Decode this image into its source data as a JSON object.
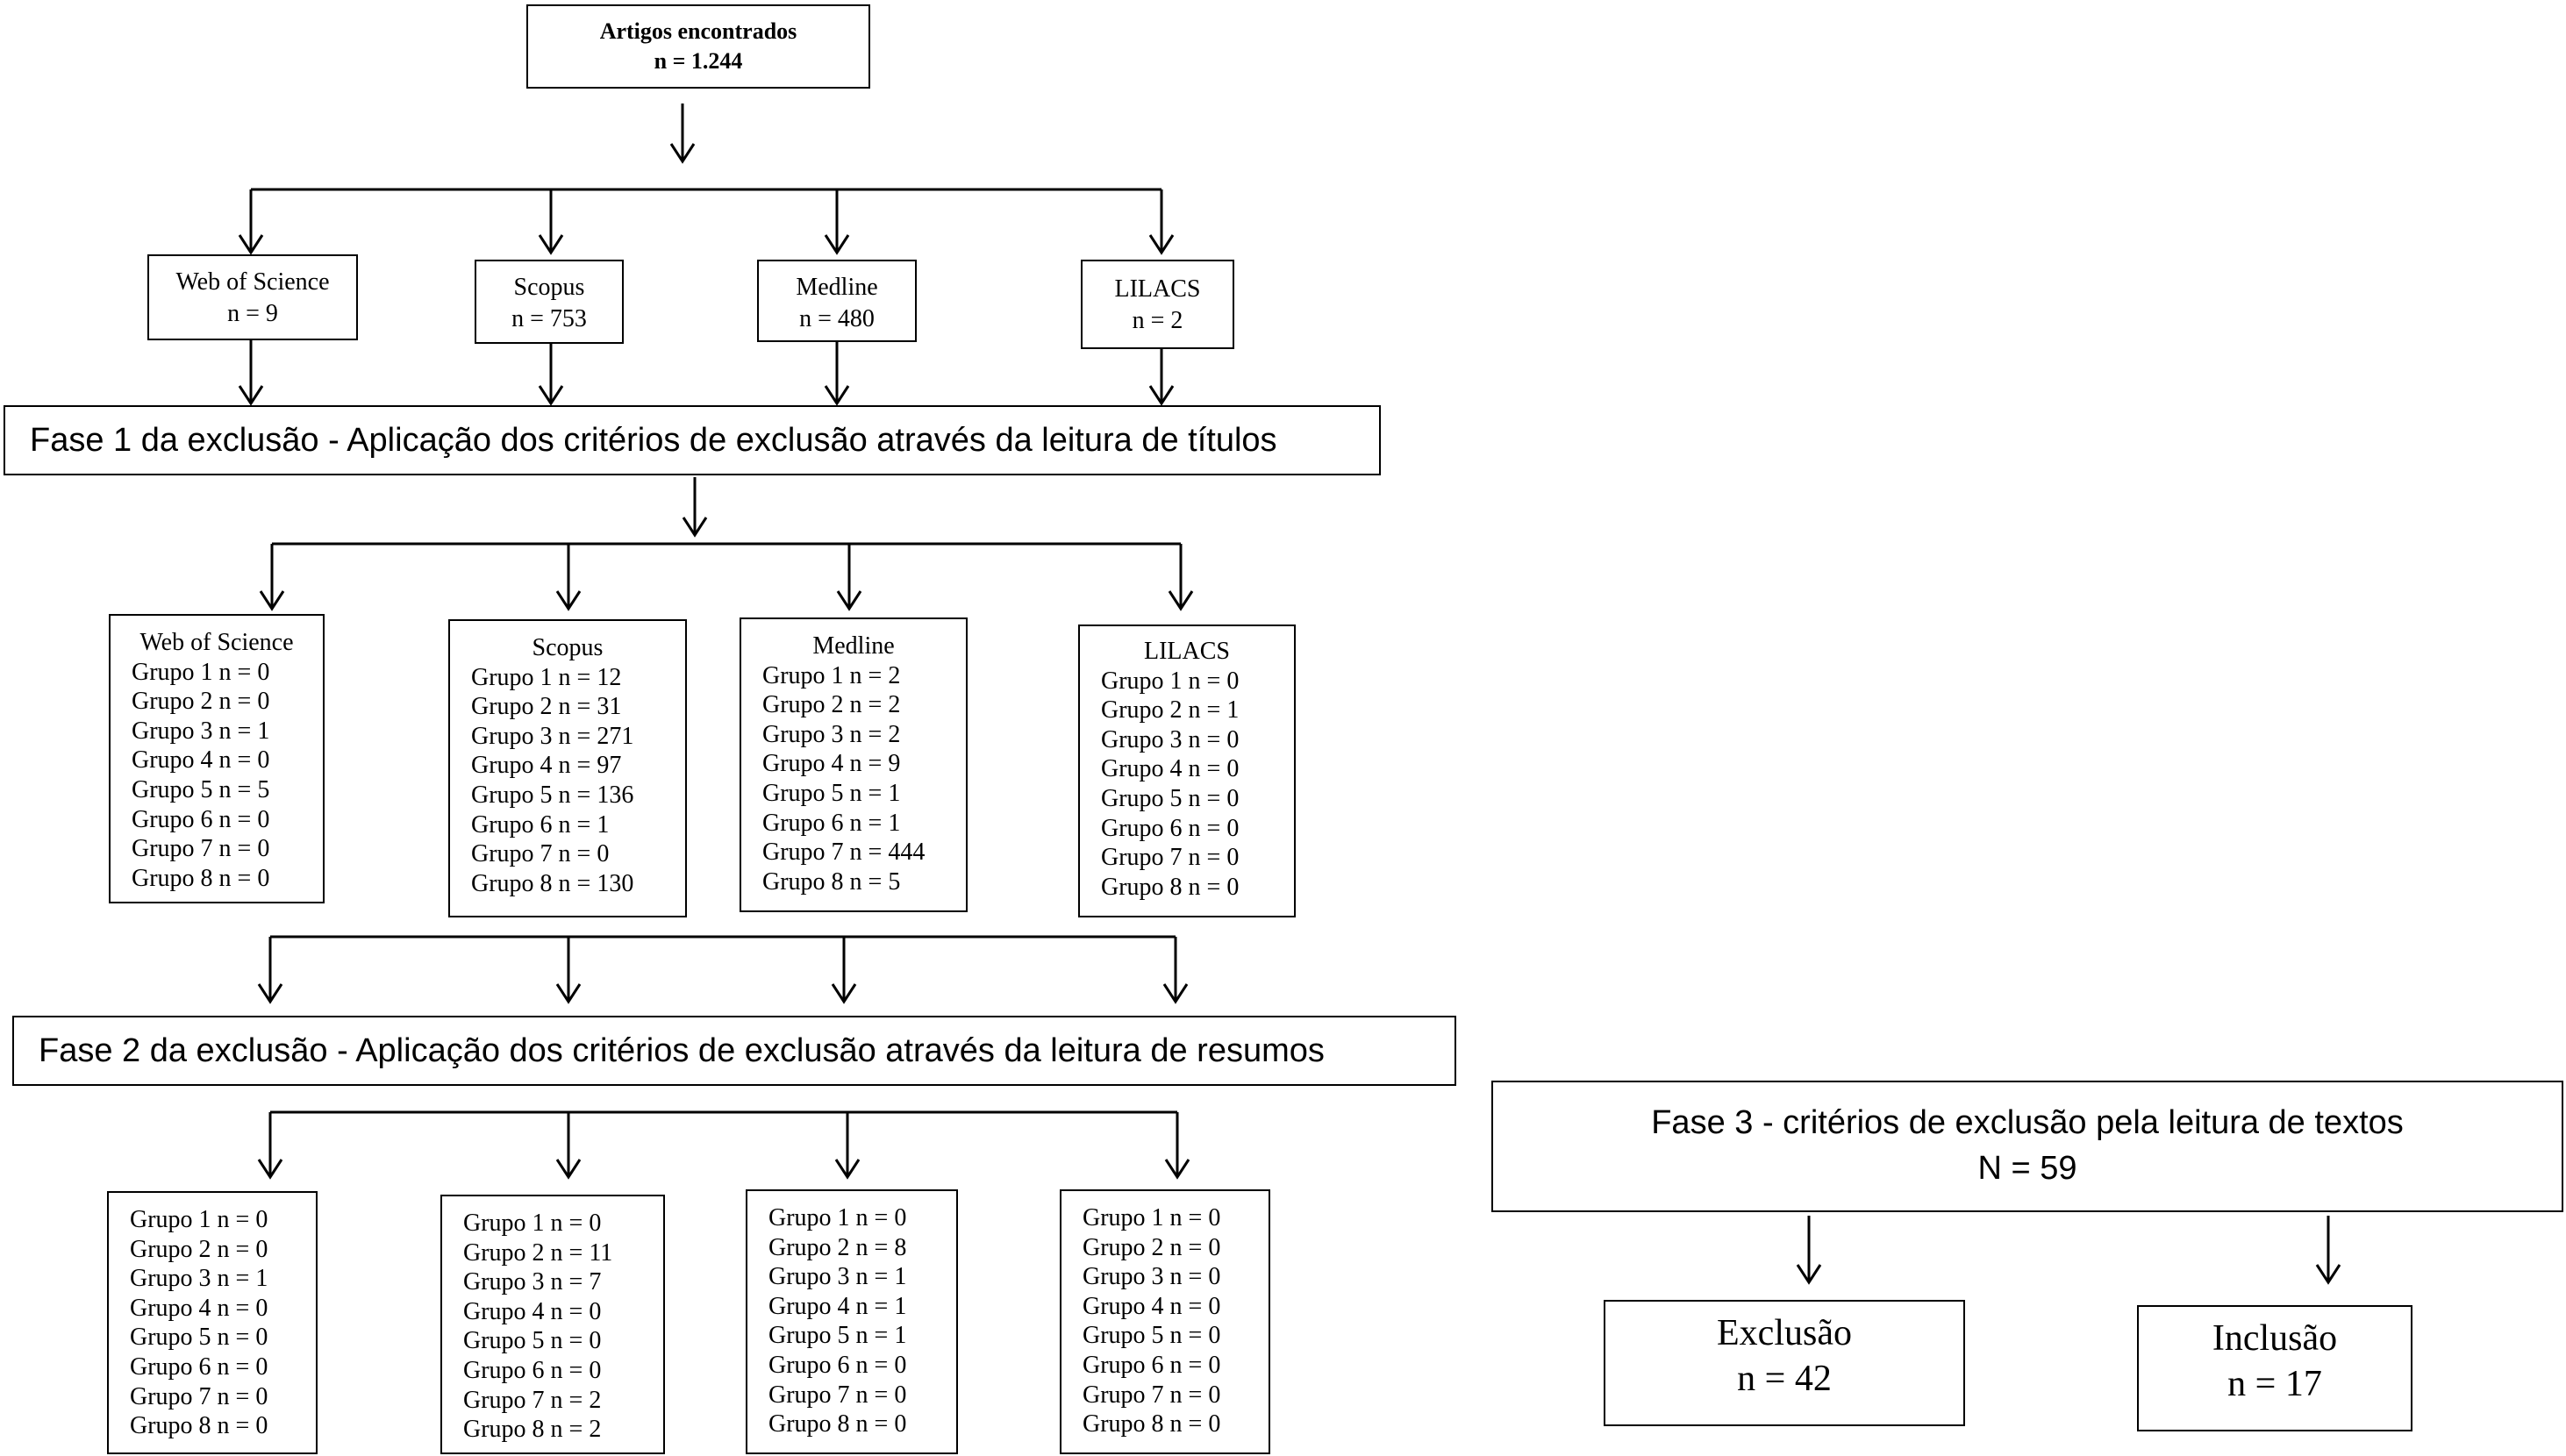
{
  "top": {
    "title": "Artigos encontrados",
    "count": "n = 1.244"
  },
  "sources": [
    {
      "name": "Web of Science",
      "count": "n = 9"
    },
    {
      "name": "Scopus",
      "count": "n = 753"
    },
    {
      "name": "Medline",
      "count": "n = 480"
    },
    {
      "name": "LILACS",
      "count": "n = 2"
    }
  ],
  "phase1": "Fase 1 da exclusão - Aplicação dos critérios de exclusão através da leitura de títulos",
  "phase1_groups": [
    {
      "name": "Web of Science",
      "groups": [
        "Grupo 1 n = 0",
        "Grupo 2 n = 0",
        "Grupo 3 n = 1",
        "Grupo 4 n = 0",
        "Grupo 5 n = 5",
        "Grupo 6 n = 0",
        "Grupo 7 n = 0",
        "Grupo 8 n = 0"
      ]
    },
    {
      "name": "Scopus",
      "groups": [
        "Grupo 1 n = 12",
        "Grupo 2 n = 31",
        "Grupo 3 n = 271",
        "Grupo 4 n = 97",
        "Grupo 5 n = 136",
        "Grupo 6 n = 1",
        "Grupo 7 n = 0",
        "Grupo 8 n = 130"
      ]
    },
    {
      "name": "Medline",
      "groups": [
        "Grupo 1 n = 2",
        "Grupo 2 n = 2",
        "Grupo 3 n = 2",
        "Grupo 4 n = 9",
        "Grupo 5 n = 1",
        "Grupo 6 n = 1",
        "Grupo 7 n = 444",
        "Grupo 8 n = 5"
      ]
    },
    {
      "name": "LILACS",
      "groups": [
        "Grupo 1 n = 0",
        "Grupo 2 n = 1",
        "Grupo 3 n = 0",
        "Grupo 4 n = 0",
        "Grupo 5 n = 0",
        "Grupo 6 n = 0",
        "Grupo 7 n = 0",
        "Grupo 8 n = 0"
      ]
    }
  ],
  "phase2": "Fase 2 da exclusão - Aplicação dos critérios de exclusão através da leitura de resumos",
  "phase2_groups": [
    {
      "groups": [
        "Grupo 1 n = 0",
        "Grupo 2 n = 0",
        "Grupo 3 n = 1",
        "Grupo 4 n = 0",
        "Grupo 5 n = 0",
        "Grupo 6 n = 0",
        "Grupo 7 n = 0",
        "Grupo 8 n = 0"
      ]
    },
    {
      "groups": [
        "Grupo 1 n = 0",
        "Grupo 2 n = 11",
        "Grupo 3 n = 7",
        "Grupo 4 n = 0",
        "Grupo 5 n = 0",
        "Grupo 6 n = 0",
        "Grupo 7 n = 2",
        "Grupo 8 n = 2"
      ]
    },
    {
      "groups": [
        "Grupo 1 n = 0",
        "Grupo 2 n = 8",
        "Grupo 3 n = 1",
        "Grupo 4 n = 1",
        "Grupo 5 n = 1",
        "Grupo 6 n = 0",
        "Grupo 7 n = 0",
        "Grupo 8 n = 0"
      ]
    },
    {
      "groups": [
        "Grupo 1 n = 0",
        "Grupo 2 n = 0",
        "Grupo 3 n = 0",
        "Grupo 4 n = 0",
        "Grupo 5 n = 0",
        "Grupo 6 n = 0",
        "Grupo 7 n = 0",
        "Grupo 8 n = 0"
      ]
    }
  ],
  "phase3": {
    "title": "Fase 3 - critérios de exclusão pela leitura de textos",
    "count": "N = 59"
  },
  "exclusion": {
    "label": "Exclusão",
    "count": "n = 42"
  },
  "inclusion": {
    "label": "Inclusão",
    "count": "n = 17"
  }
}
